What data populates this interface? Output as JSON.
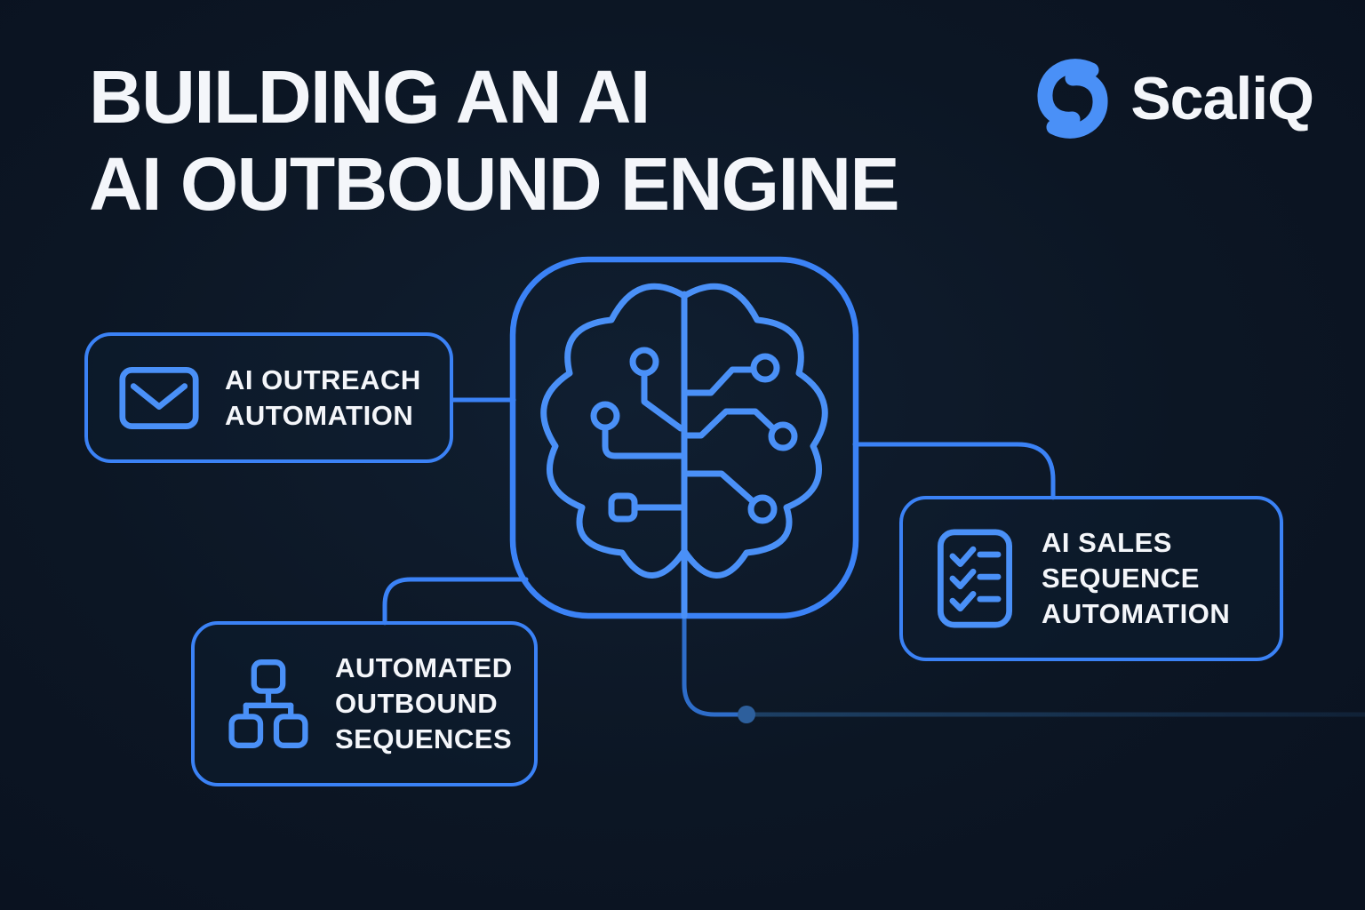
{
  "colors": {
    "background": "#0c1624",
    "accent": "#3b82f6",
    "icon_accent": "#4a90f7",
    "text": "#f4f6fa",
    "connector_secondary": "#2e6dc9",
    "faded_line": "#1e4268",
    "node_dot": "#2d5f9c"
  },
  "header": {
    "title_line1": "BUILDING AN AI",
    "title_line2": "AI OUTBOUND ENGINE"
  },
  "brand": {
    "name": "ScaliQ",
    "logo_icon": "scaliq-s-mark"
  },
  "diagram": {
    "center": {
      "icon": "ai-brain-circuit-icon"
    },
    "nodes": [
      {
        "id": "outreach",
        "icon": "envelope-icon",
        "label_lines": [
          "AI OUTREACH",
          "AUTOMATION"
        ]
      },
      {
        "id": "sequences",
        "icon": "org-flow-icon",
        "label_lines": [
          "AUTOMATED",
          "OUTBOUND",
          "SEQUENCES"
        ]
      },
      {
        "id": "sales",
        "icon": "checklist-icon",
        "label_lines": [
          "AI SALES",
          "SEQUENCE",
          "AUTOMATION"
        ]
      }
    ]
  }
}
